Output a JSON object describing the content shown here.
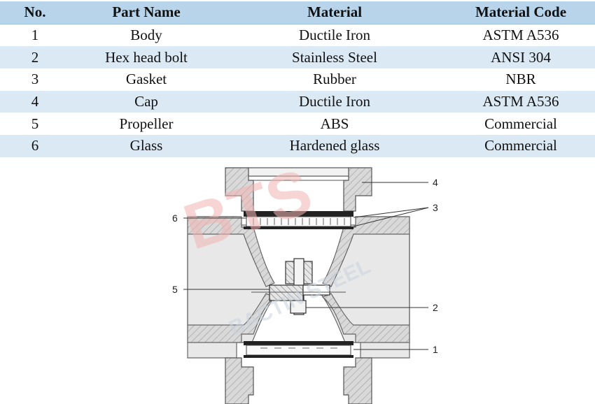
{
  "table": {
    "headers": [
      "No.",
      "Part Name",
      "Material",
      "Material Code"
    ],
    "rows": [
      [
        "1",
        "Body",
        "Ductile Iron",
        "ASTM A536"
      ],
      [
        "2",
        "Hex head bolt",
        "Stainless Steel",
        "ANSI 304"
      ],
      [
        "3",
        "Gasket",
        "Rubber",
        "NBR"
      ],
      [
        "4",
        "Cap",
        "Ductile Iron",
        "ASTM A536"
      ],
      [
        "5",
        "Propeller",
        "ABS",
        "Commercial"
      ],
      [
        "6",
        "Glass",
        "Hardened glass",
        "Commercial"
      ]
    ]
  },
  "diagram": {
    "callouts": [
      "1",
      "2",
      "3",
      "4",
      "5",
      "6"
    ],
    "watermark": "BACTIN STEEL"
  },
  "colors": {
    "header_bg": "#b7d4eb",
    "stripe_bg": "#dbe9f5",
    "watermark": "#e8a0a0"
  }
}
